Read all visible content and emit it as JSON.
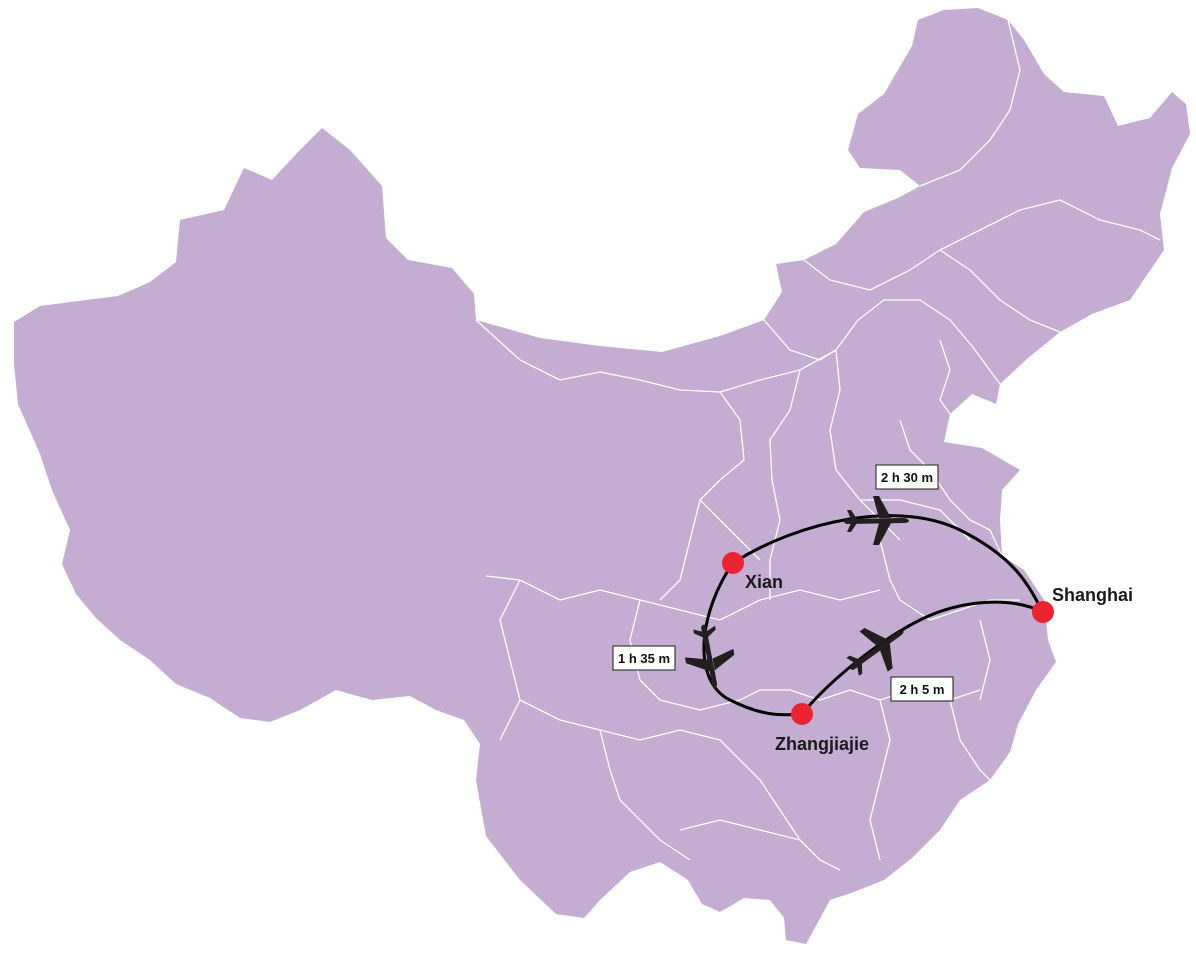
{
  "map": {
    "land_color": "#c4acd3",
    "border_color": "#ffffff",
    "route_color": "#000000",
    "marker_color": "#ec2330",
    "plane_color": "#231f20",
    "cities": [
      {
        "id": "xian",
        "name": "Xian"
      },
      {
        "id": "shanghai",
        "name": "Shanghai"
      },
      {
        "id": "zhangjiajie",
        "name": "Zhangjiajie"
      }
    ],
    "routes": [
      {
        "from": "Xian",
        "to": "Shanghai",
        "duration": "2 h 30 m",
        "icon": "airplane-icon"
      },
      {
        "from": "Xian",
        "to": "Zhangjiajie",
        "duration": "1 h 35 m",
        "icon": "airplane-icon"
      },
      {
        "from": "Zhangjiajie",
        "to": "Shanghai",
        "duration": "2 h 5 m",
        "icon": "airplane-icon"
      }
    ]
  }
}
